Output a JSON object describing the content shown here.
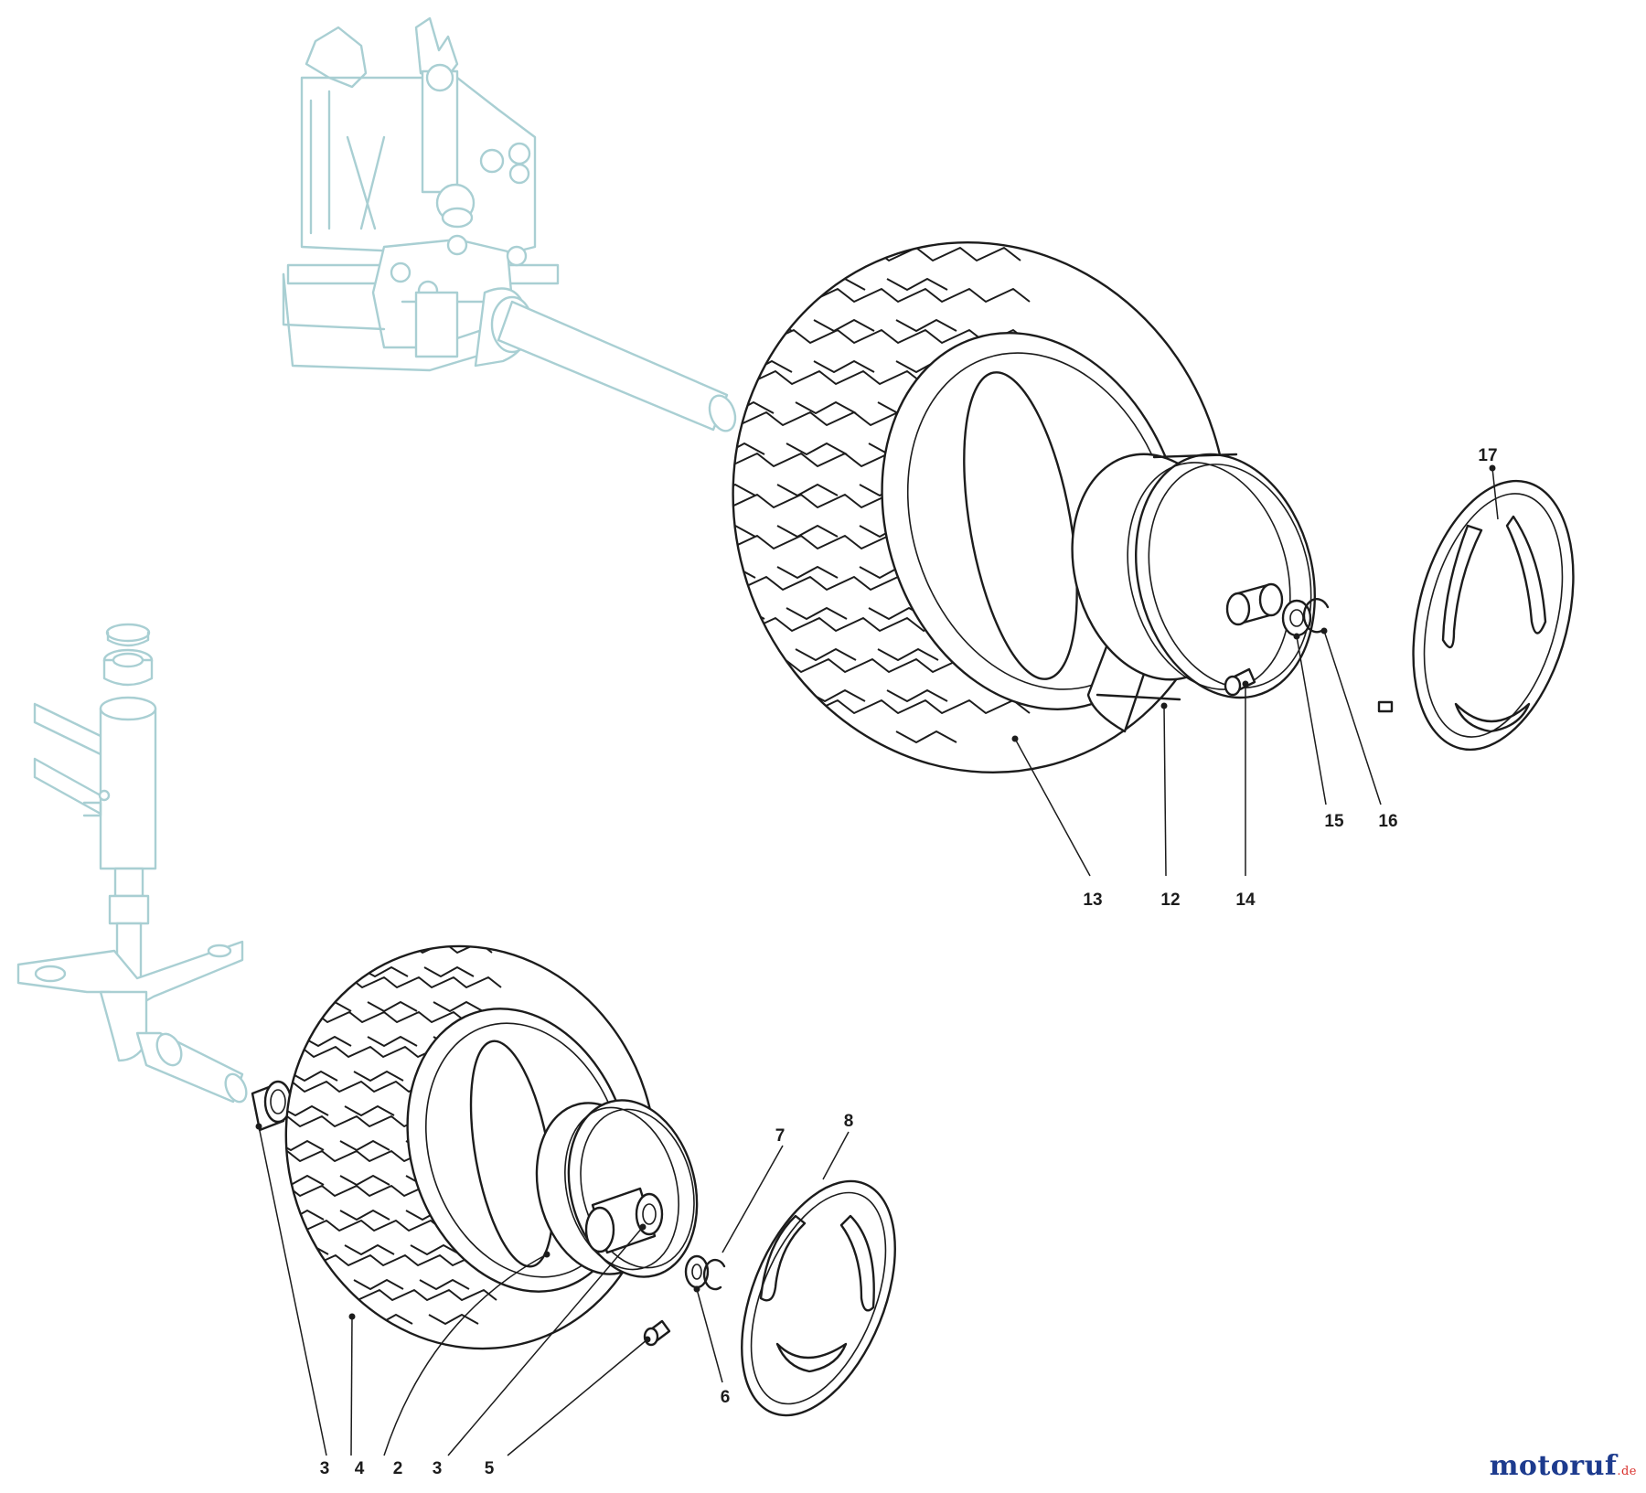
{
  "colors": {
    "ink": "#1c1c1c",
    "ghost_parts": "#a9cfd3",
    "background": "#ffffff",
    "watermark_text": "#1d3b8e",
    "watermark_dot": "#d9302c"
  },
  "callouts": {
    "rear_wheel": {
      "c17": "17",
      "c15": "15",
      "c16": "16",
      "c13": "13",
      "c12": "12",
      "c14": "14"
    },
    "front_wheel": {
      "c7": "7",
      "c8": "8",
      "c6": "6",
      "c3a": "3",
      "c4": "4",
      "c2": "2",
      "c3b": "3",
      "c5": "5"
    }
  },
  "watermark": {
    "main": "motoruf",
    "suffix": ".de"
  }
}
